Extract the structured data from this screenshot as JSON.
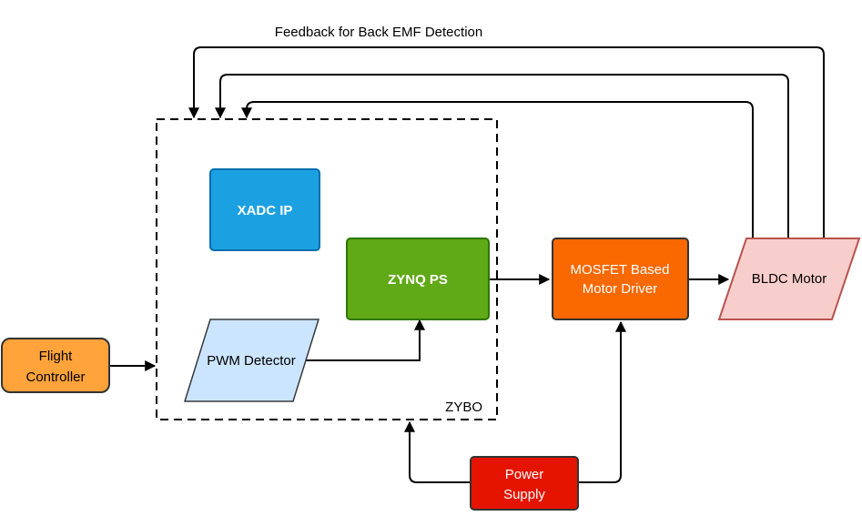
{
  "title": "Feedback for Back EMF Detection",
  "container": {
    "label": "ZYBO"
  },
  "blocks": {
    "xadc": {
      "label": "XADC IP",
      "fill": "#1ba1e2",
      "stroke": "#006eaf"
    },
    "zynq": {
      "label": "ZYNQ PS",
      "fill": "#60a917",
      "stroke": "#2d7600"
    },
    "pwm": {
      "label": "PWM Detector",
      "fill": "#cce5ff",
      "stroke": "#36393d"
    },
    "flight": {
      "label_line1": "Flight",
      "label_line2": "Controller",
      "fill": "#ffa33a",
      "stroke": "#333333"
    },
    "mosfet": {
      "label_line1": "MOSFET Based",
      "label_line2": "Motor Driver",
      "fill": "#fa6800",
      "stroke": "#333333"
    },
    "bldc": {
      "label": "BLDC Motor",
      "fill": "#f8cecc",
      "stroke": "#b85450"
    },
    "power": {
      "label_line1": "Power",
      "label_line2": "Supply",
      "fill": "#e51400",
      "stroke": "#333333"
    }
  },
  "connections": [
    {
      "from": "flight",
      "to": "zybo"
    },
    {
      "from": "pwm",
      "to": "zynq"
    },
    {
      "from": "zynq",
      "to": "mosfet"
    },
    {
      "from": "mosfet",
      "to": "bldc"
    },
    {
      "from": "power",
      "to": "mosfet"
    },
    {
      "from": "power",
      "to": "zybo"
    },
    {
      "from": "bldc",
      "to": "zybo",
      "label_ref": "title"
    },
    {
      "from": "bldc",
      "to": "zybo"
    },
    {
      "from": "bldc",
      "to": "zybo"
    }
  ]
}
